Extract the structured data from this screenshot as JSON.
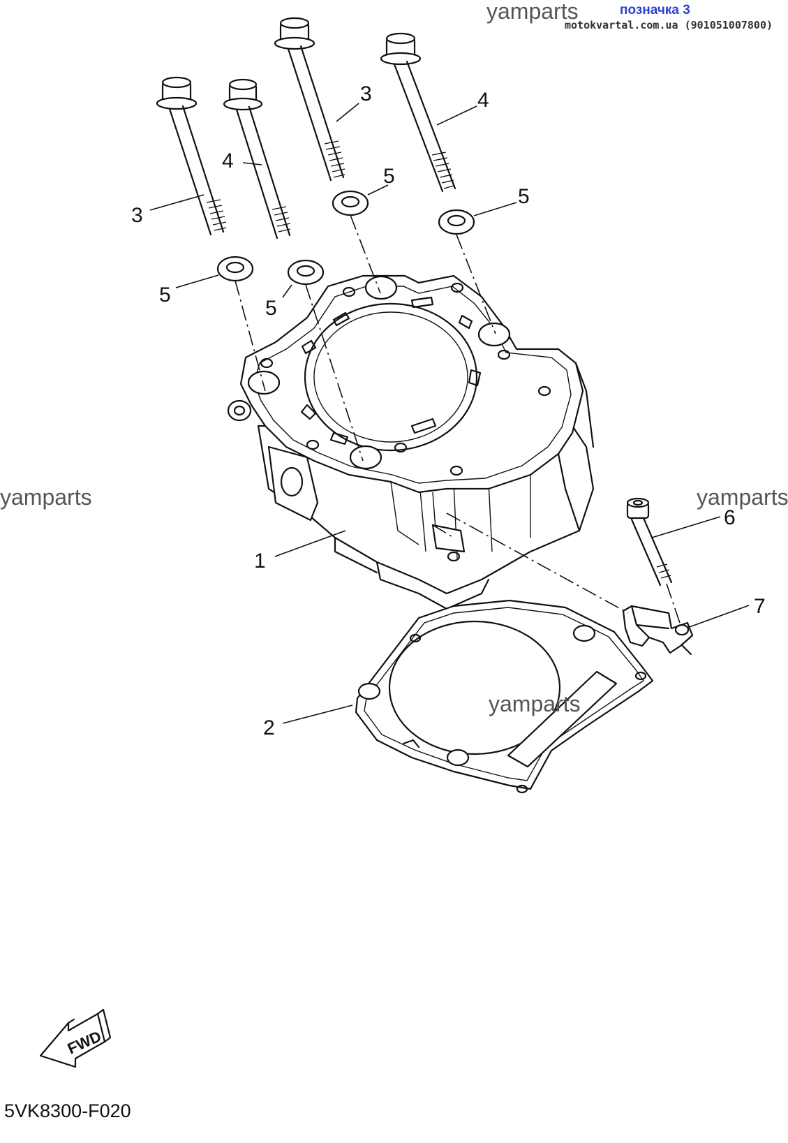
{
  "watermarks": {
    "top": "yamparts",
    "left": "yamparts",
    "right": "yamparts",
    "center": "yamparts"
  },
  "position_label": "позначка 3",
  "source_label": "motokvartal.com.ua (901051007800)",
  "diagram_code": "5VK8300-F020",
  "fwd_label": "FWD",
  "callouts": [
    {
      "part": "1",
      "label": "1"
    },
    {
      "part": "2",
      "label": "2"
    },
    {
      "part": "3",
      "label": "3"
    },
    {
      "part": "3",
      "label": "3"
    },
    {
      "part": "4",
      "label": "4"
    },
    {
      "part": "4",
      "label": "4"
    },
    {
      "part": "5",
      "label": "5"
    },
    {
      "part": "5",
      "label": "5"
    },
    {
      "part": "5",
      "label": "5"
    },
    {
      "part": "5",
      "label": "5"
    },
    {
      "part": "6",
      "label": "6"
    },
    {
      "part": "7",
      "label": "7"
    }
  ]
}
